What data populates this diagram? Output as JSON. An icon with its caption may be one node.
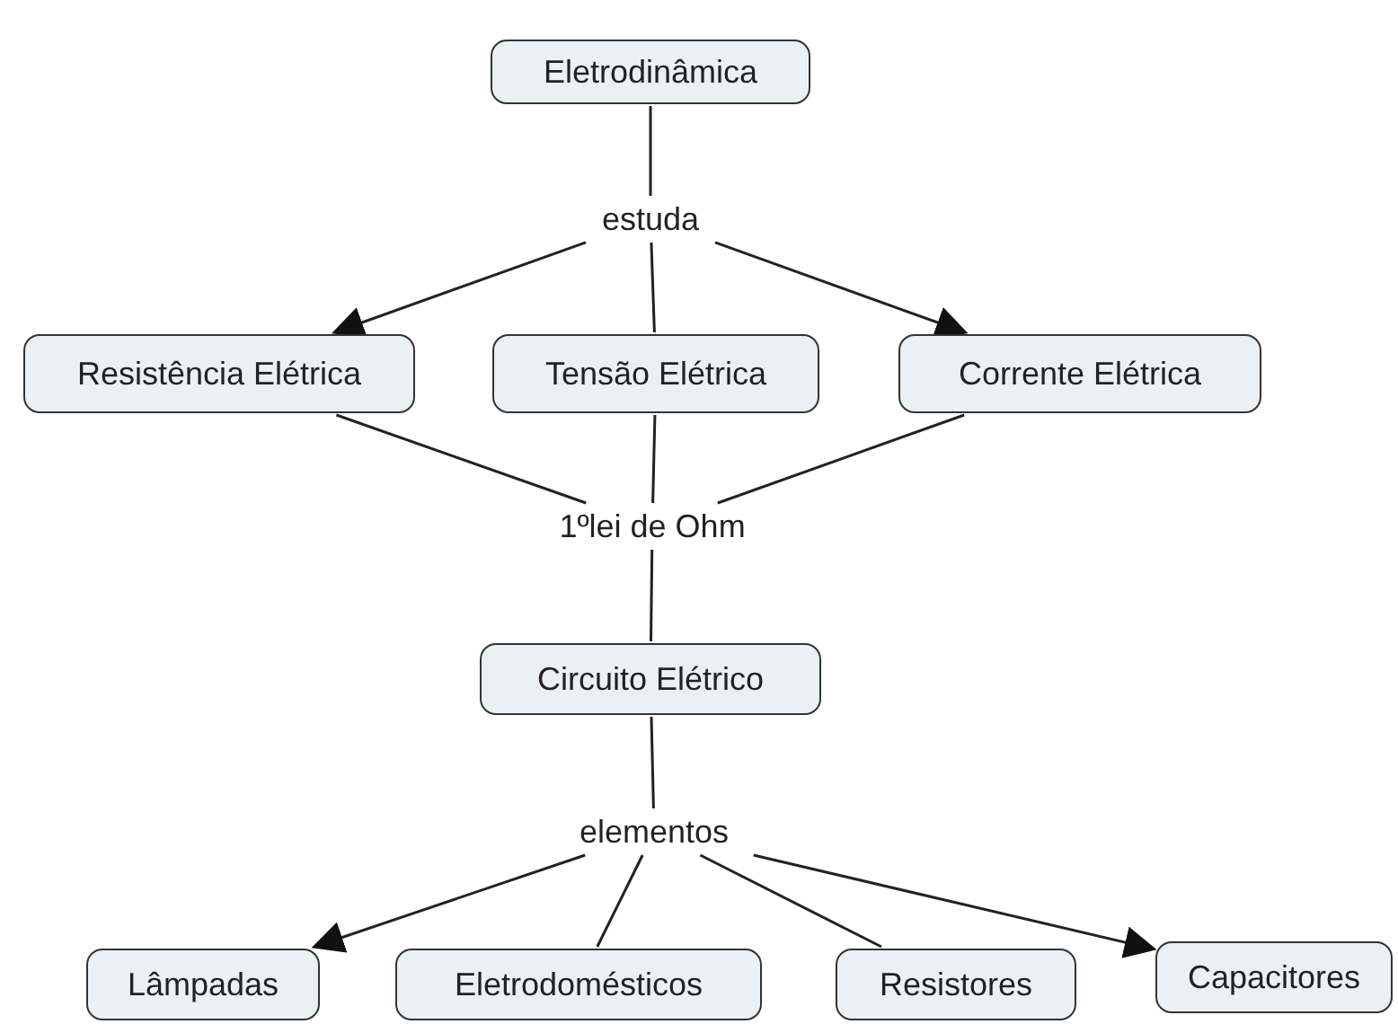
{
  "diagram": {
    "nodes": [
      {
        "text": [
          "Eletrodinâmica"
        ]
      },
      {
        "text": [
          "estuda"
        ]
      },
      {
        "text": [
          "Resistência Elétrica"
        ]
      },
      {
        "text": [
          "Tensão Elétrica"
        ]
      },
      {
        "text": [
          "Corrente Elétrica"
        ]
      },
      {
        "text": [
          "1ºlei de Ohm"
        ]
      },
      {
        "text": [
          "Circuito Elétrico"
        ]
      },
      {
        "text": [
          "elementos"
        ]
      },
      {
        "text": [
          "Lâmpadas"
        ]
      },
      {
        "text": [
          "Eletrodomésticos"
        ]
      },
      {
        "text": [
          "Resistores"
        ]
      },
      {
        "text": [
          "Capacitores"
        ]
      }
    ],
    "edges": [
      {
        "from": 0,
        "to": 1,
        "arrow": "none"
      },
      {
        "from": 1,
        "to": 2,
        "arrow": "to"
      },
      {
        "from": 1,
        "to": 3,
        "arrow": "none"
      },
      {
        "from": 1,
        "to": 4,
        "arrow": "to"
      },
      {
        "from": 2,
        "to": 5,
        "arrow": "none"
      },
      {
        "from": 3,
        "to": 5,
        "arrow": "none"
      },
      {
        "from": 4,
        "to": 5,
        "arrow": "none"
      },
      {
        "from": 5,
        "to": 6,
        "arrow": "none"
      },
      {
        "from": 6,
        "to": 7,
        "arrow": "none"
      },
      {
        "from": 7,
        "to": 8,
        "arrow": "to"
      },
      {
        "from": 7,
        "to": 9,
        "arrow": "none"
      },
      {
        "from": 7,
        "to": 10,
        "arrow": "none"
      },
      {
        "from": 7,
        "to": 11,
        "arrow": "to"
      }
    ]
  }
}
